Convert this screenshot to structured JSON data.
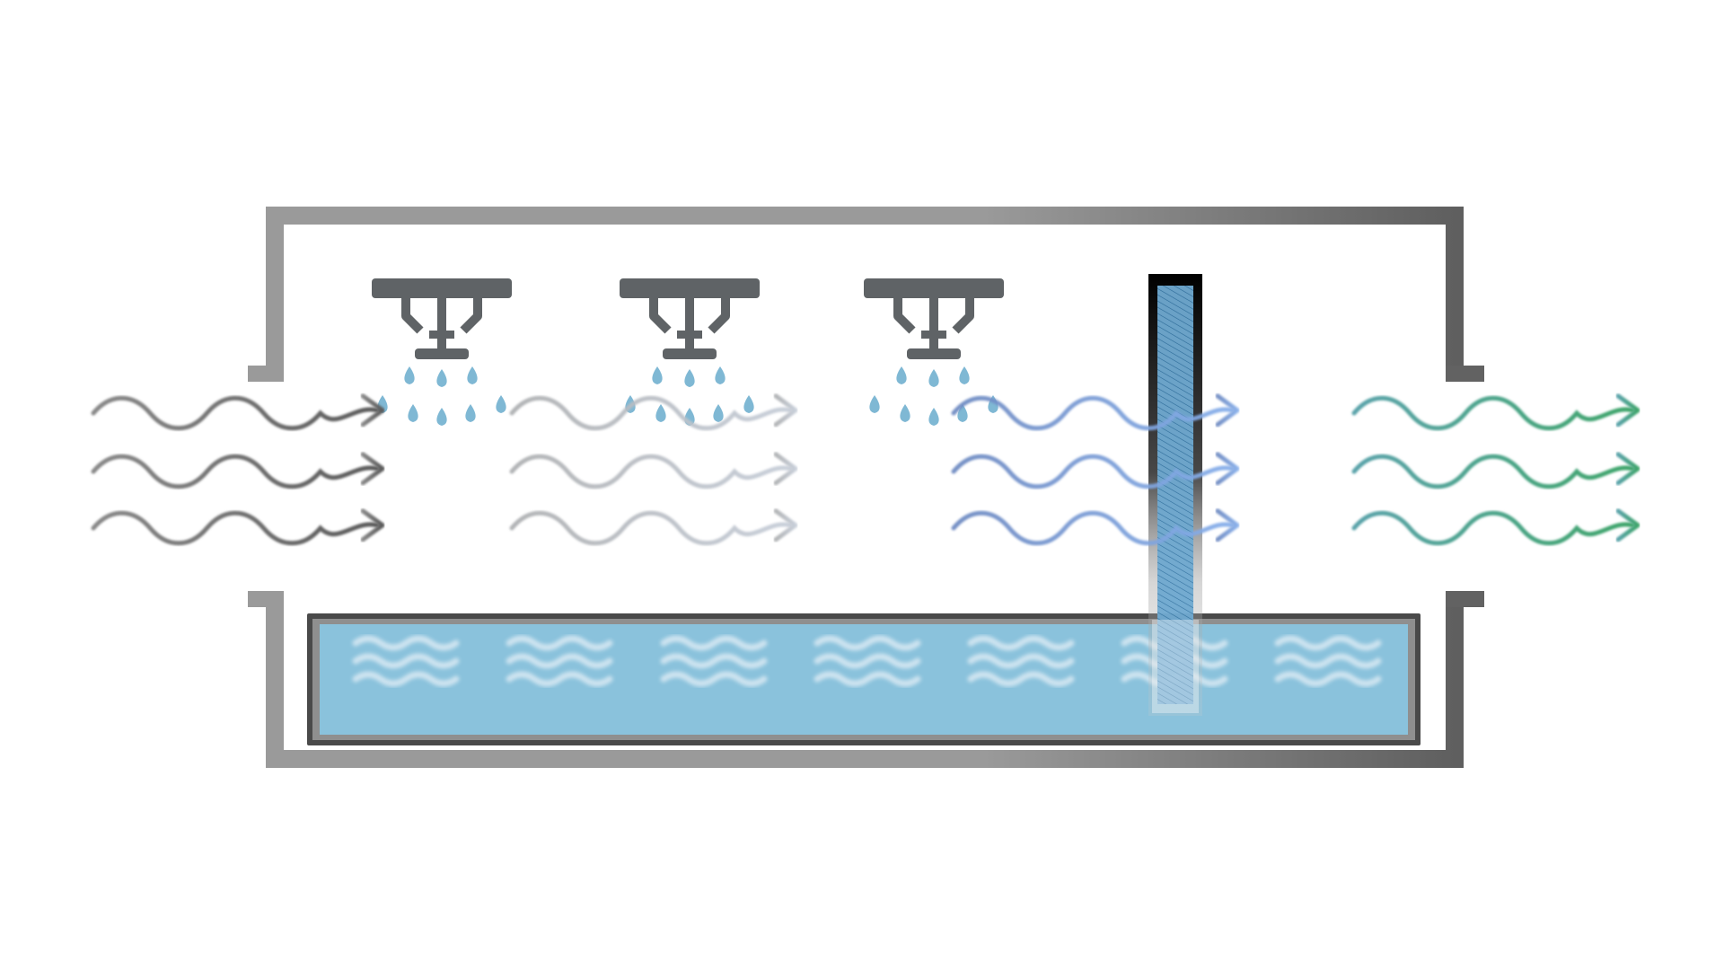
{
  "diagram": {
    "colors": {
      "background": "#ffffff",
      "housing_dark": "#5f5f5f",
      "housing_light": "#9a9a9a",
      "nozzle": "#5f6366",
      "droplet": "#7fb8d4",
      "water": "#8ac2dc",
      "water_border": "#8f8f8f",
      "basin_frame": "#4a4a4a",
      "filter_frame": "#1a1a1a",
      "filter_mesh": "#7ab0d2",
      "air_incoming": "#666666",
      "air_after_spray": "#b8bcc2",
      "air_humidified": "#7a9ad8",
      "air_outgoing": "#3fa56a",
      "air_outgoing_start": "#5aa3aa"
    },
    "components": [
      {
        "name": "air-duct-housing",
        "icon": "duct-housing"
      },
      {
        "name": "spray-nozzle",
        "count": 3,
        "icon": "sprinkler-icon"
      },
      {
        "name": "water-basin",
        "icon": "water-waves-icon"
      },
      {
        "name": "filter-mesh-panel",
        "icon": "mesh-filter-icon"
      },
      {
        "name": "airflow-streams",
        "groups": 4,
        "arrows_per_group": 3,
        "icon": "wavy-arrow-icon"
      }
    ]
  }
}
